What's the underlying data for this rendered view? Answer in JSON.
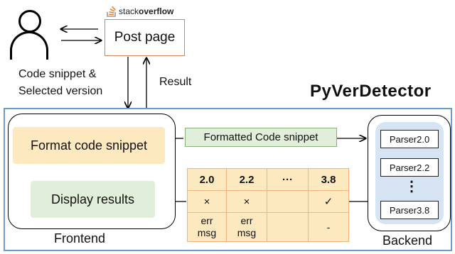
{
  "logo": {
    "prefix": "stack",
    "bold": "overflow"
  },
  "post_page": "Post page",
  "snippet_label": [
    "Code snippet &",
    "Selected version"
  ],
  "result_label": "Result",
  "title": "PyVerDetector",
  "frontend": {
    "label": "Frontend",
    "format": "Format code snippet",
    "display": "Display results"
  },
  "formatted_snippet": "Formatted Code snippet",
  "backend": {
    "label": "Backend",
    "parsers": [
      "Parser2.0",
      "Parser2.2",
      "Parser3.8"
    ],
    "ellipsis": "⋮"
  },
  "table": {
    "headers": [
      "2.0",
      "2.2",
      "···",
      "3.8"
    ],
    "marks": [
      "×",
      "×",
      "",
      "✓"
    ],
    "errors": [
      [
        "err",
        "msg"
      ],
      [
        "err",
        "msg"
      ],
      [
        "",
        ""
      ],
      [
        "-",
        ""
      ]
    ]
  },
  "colors": {
    "accent_blue": "#6e9bc9",
    "orange": "#fde9c0",
    "green": "#e1efda",
    "backend_blue": "#d6e4f3"
  }
}
